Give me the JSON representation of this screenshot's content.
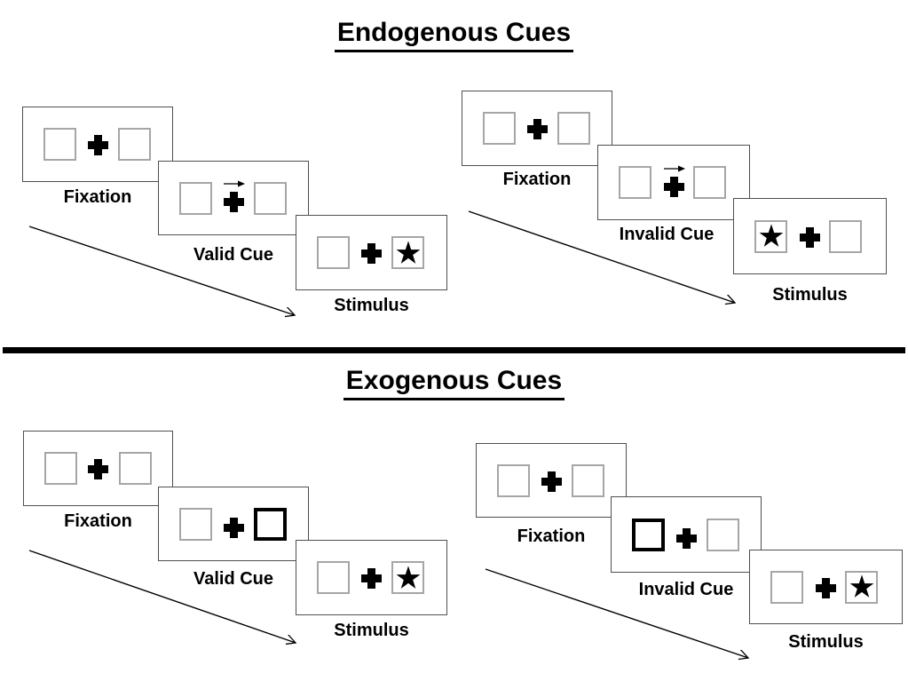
{
  "colors": {
    "background": "#ffffff",
    "ink": "#000000",
    "panel_border": "#4f4f4f",
    "placeholder_box_border": "#a6a6a6",
    "cue_box_border": "#000000"
  },
  "icons": {
    "star": "★",
    "fixation_cross": "+",
    "cue_arrow_right": "→",
    "timeline_arrow": "↘"
  },
  "sections": [
    {
      "title": "Endogenous Cues",
      "groups": [
        {
          "trial_type": "valid",
          "cue_kind": "central-arrow-pointing-right",
          "target_side": "right",
          "panels": [
            {
              "label": "Fixation",
              "left_box": "empty",
              "right_box": "empty",
              "cue": "none"
            },
            {
              "label": "Valid Cue",
              "left_box": "empty",
              "right_box": "empty",
              "cue": "arrow-right-above-fixation-cross"
            },
            {
              "label": "Stimulus",
              "left_box": "empty",
              "right_box": "star",
              "cue": "none"
            }
          ]
        },
        {
          "trial_type": "invalid",
          "cue_kind": "central-arrow-pointing-right",
          "target_side": "left",
          "panels": [
            {
              "label": "Fixation",
              "left_box": "empty",
              "right_box": "empty",
              "cue": "none"
            },
            {
              "label": "Invalid Cue",
              "left_box": "empty",
              "right_box": "empty",
              "cue": "arrow-right-above-fixation-cross"
            },
            {
              "label": "Stimulus",
              "left_box": "star",
              "right_box": "empty",
              "cue": "none"
            }
          ]
        }
      ]
    },
    {
      "title": "Exogenous Cues",
      "groups": [
        {
          "trial_type": "valid",
          "cue_kind": "peripheral-box-highlight",
          "target_side": "right",
          "panels": [
            {
              "label": "Fixation",
              "left_box": "empty",
              "right_box": "empty",
              "cue": "none"
            },
            {
              "label": "Valid Cue",
              "left_box": "empty",
              "right_box": "highlighted",
              "cue": "right-box-bold"
            },
            {
              "label": "Stimulus",
              "left_box": "empty",
              "right_box": "star",
              "cue": "none"
            }
          ]
        },
        {
          "trial_type": "invalid",
          "cue_kind": "peripheral-box-highlight",
          "target_side": "right",
          "panels": [
            {
              "label": "Fixation",
              "left_box": "empty",
              "right_box": "empty",
              "cue": "none"
            },
            {
              "label": "Invalid Cue",
              "left_box": "highlighted",
              "right_box": "empty",
              "cue": "left-box-bold"
            },
            {
              "label": "Stimulus",
              "left_box": "empty",
              "right_box": "star",
              "cue": "none"
            }
          ]
        }
      ]
    }
  ]
}
